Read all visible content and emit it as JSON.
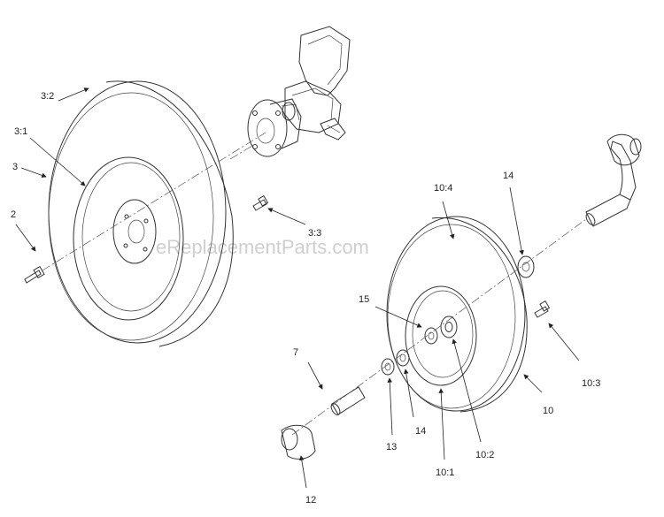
{
  "watermark": "eReplacementParts.com",
  "callouts": {
    "c3_2": "3:2",
    "c3_1": "3:1",
    "c3": "3",
    "c2": "2",
    "c3_3": "3:3",
    "c10_4": "10:4",
    "c14_top": "14",
    "c15": "15",
    "c7": "7",
    "c10_3": "10:3",
    "c10": "10",
    "c13": "13",
    "c14_bottom": "14",
    "c10_2": "10:2",
    "c10_1": "10:1",
    "c12": "12"
  }
}
